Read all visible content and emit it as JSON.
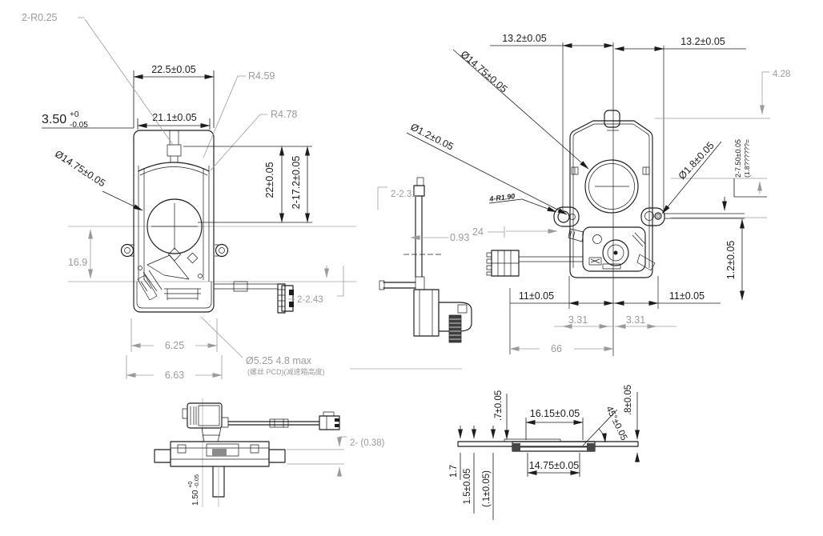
{
  "meta": {
    "line_color": "#1c1c1c",
    "reference_color": "#9b9b9b",
    "background": "#ffffff"
  },
  "views": {
    "front": {
      "corner_r": "2-R0.25",
      "width_outer": "22.5±0.05",
      "radius_outer": "R4.59",
      "radius_inner": "R4.78",
      "boss_val": "3.50",
      "boss_tol_plus": "+0",
      "boss_tol_minus": "-0.05",
      "width_inner": "21.1±0.05",
      "bore_dia": "Ø14.75±0.05",
      "height_full": "22±0.05",
      "height_pair": "2-17.2±0.05",
      "ref_height": "16.9",
      "ref_width_inner": "6.25",
      "ref_width_outer": "6.63",
      "ref_connector": "2-2.43",
      "pcd_line1": "Ø5.25  4.8 max",
      "pcd_line2": "(螺丝 PCD)(减速箱高度)"
    },
    "rear": {
      "bore_dia": "Ø14.75±0.05",
      "offset_left": "13.2±0.05",
      "offset_right": "13.2±0.05",
      "ref_top": "4.28",
      "hole_small": "Ø1.2±0.05",
      "lug_radius": "4-R1.90",
      "hole_mid": "Ø1.8±0.05",
      "depth_line1": "2-7.50±0.05",
      "depth_line2": "(1.8??????=",
      "edge_gap": "1.2±0.05",
      "span_left": "11±0.05",
      "span_right": "11±0.05",
      "pitch_left": "3.31",
      "pitch_right": "3.31",
      "ref_total": "66"
    },
    "side": {
      "ref_gap": "0.93",
      "ref_len": "24",
      "ref_tab": "2-2.31"
    },
    "top": {
      "ref_thickness": "2- (0.38)",
      "shaft_val": "1.50",
      "shaft_tol_plus": "+0",
      "shaft_tol_minus": "-0.05"
    },
    "section": {
      "step": ".7±0.05",
      "width_top": "16.15±0.05",
      "chamfer": "45°±0.05",
      "edge": ".8±0.05",
      "total": "1.7",
      "plate": "1.5±0.05",
      "gap": "(.1±0.05)",
      "width_bottom": "14.75±0.05"
    }
  }
}
